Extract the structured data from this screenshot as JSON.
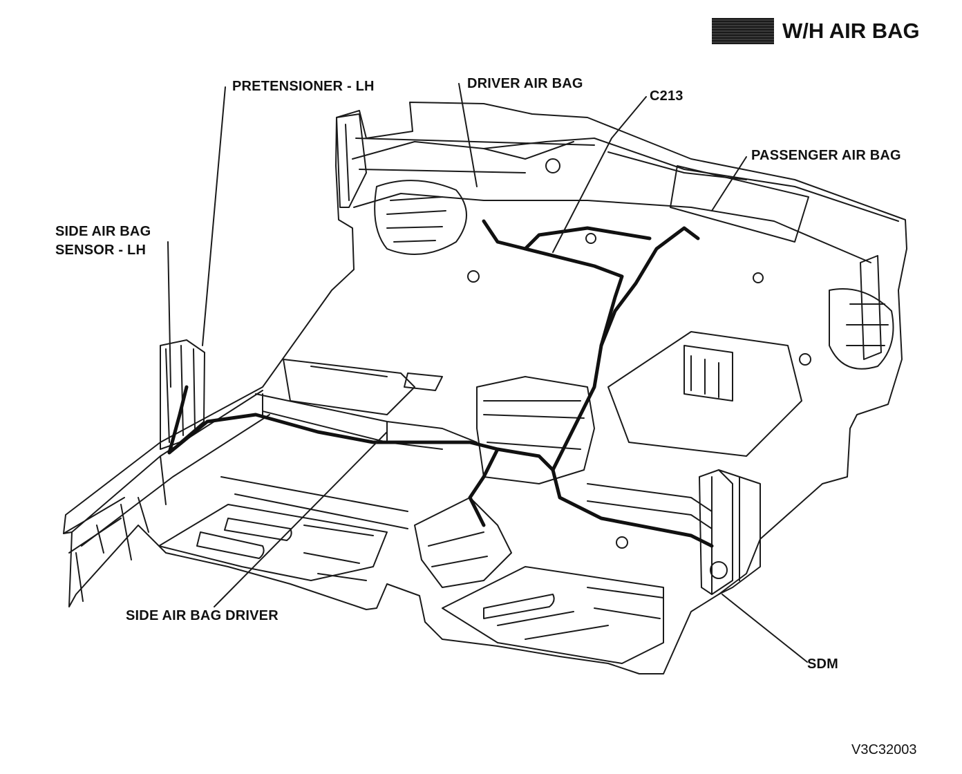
{
  "legend": {
    "swatch_color": "#2a2a2a",
    "text": "W/H AIR BAG"
  },
  "labels": {
    "pretensioner_lh": "PRETENSIONER - LH",
    "driver_air_bag": "DRIVER AIR BAG",
    "c213": "C213",
    "passenger_air_bag": "PASSENGER AIR BAG",
    "side_air_bag_sensor_lh_line1": "SIDE AIR BAG",
    "side_air_bag_sensor_lh_line2": "SENSOR - LH",
    "side_air_bag_driver": "SIDE AIR BAG DRIVER",
    "sdm": "SDM"
  },
  "figure_id": "V3C32003",
  "colors": {
    "line": "#1a1a1a",
    "harness": "#111111",
    "background": "#ffffff"
  }
}
